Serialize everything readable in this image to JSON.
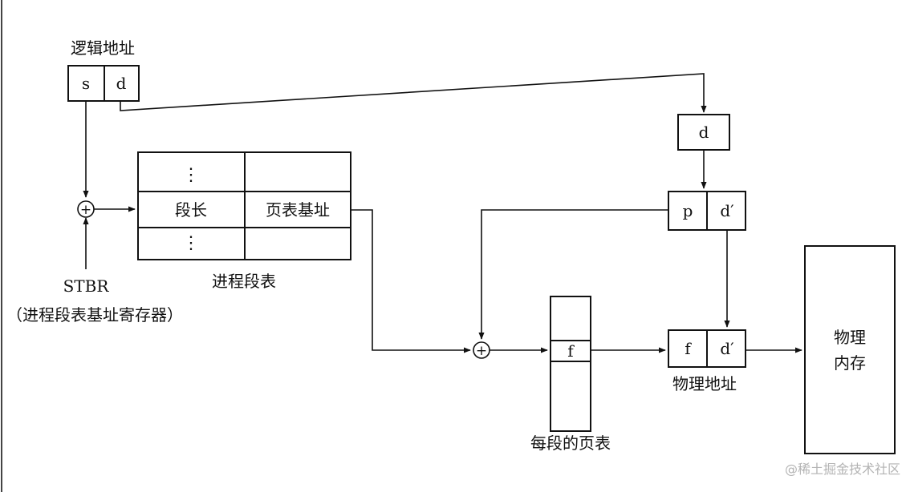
{
  "logical_address": {
    "title": "逻辑地址",
    "s": "s",
    "d": "d"
  },
  "offset_box": {
    "d": "d"
  },
  "stbr": {
    "name": "STBR",
    "desc": "（进程段表基址寄存器）"
  },
  "segment_table": {
    "title": "进程段表",
    "col1": "段长",
    "col2": "页表基址",
    "dots": "⋮"
  },
  "split_address": {
    "p": "p",
    "d": "d′"
  },
  "page_table": {
    "title": "每段的页表",
    "f": "f"
  },
  "physical_address": {
    "title": "物理地址",
    "f": "f",
    "d": "d′"
  },
  "memory": {
    "line1": "物理",
    "line2": "内存"
  },
  "watermark": "@稀土掘金技术社区",
  "adder_symbol": "+"
}
